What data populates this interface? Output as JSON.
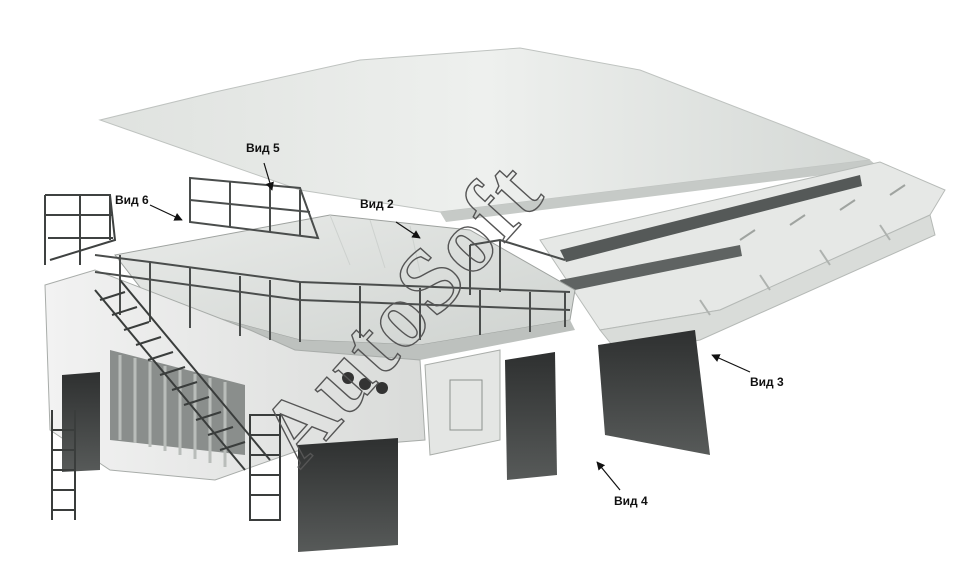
{
  "views": [
    {
      "id": "view-5",
      "label": "Вид 5"
    },
    {
      "id": "view-6",
      "label": "Вид 6"
    },
    {
      "id": "view-2",
      "label": "Вид 2"
    },
    {
      "id": "view-3",
      "label": "Вид 3"
    },
    {
      "id": "view-4",
      "label": "Вид 4"
    }
  ],
  "watermark": "AutoSoft"
}
